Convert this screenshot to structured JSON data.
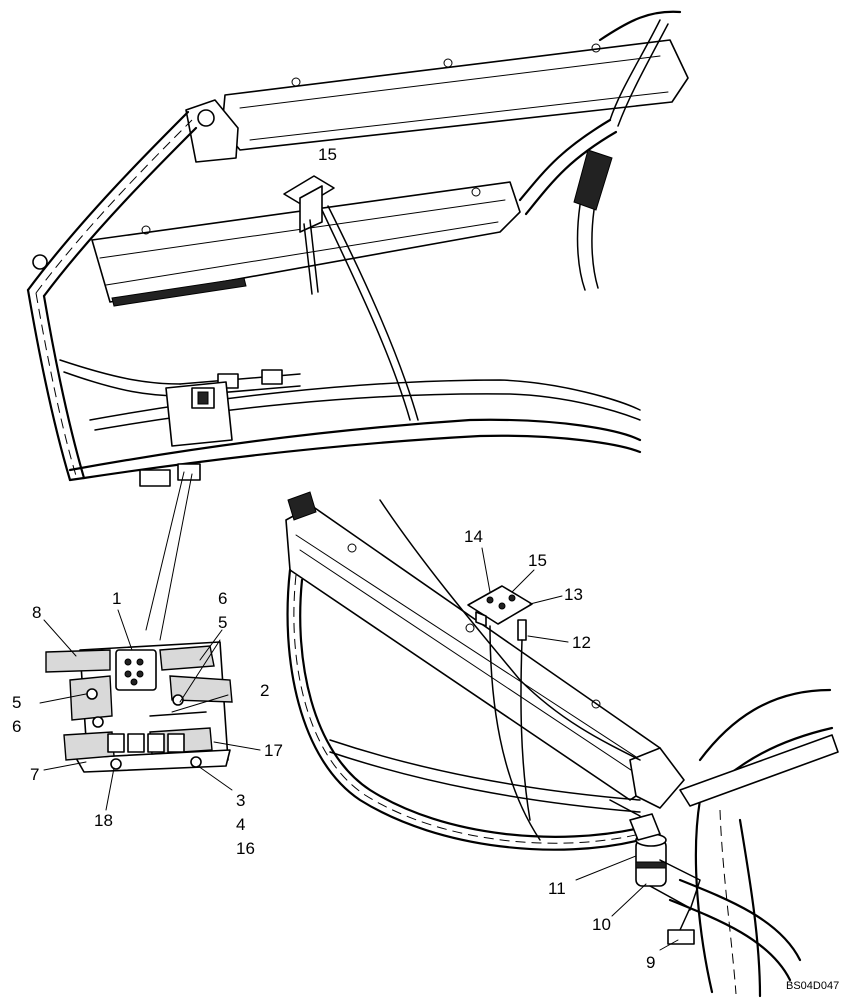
{
  "figure_code": "BS04D047",
  "callouts": {
    "top_15": "15",
    "detail_1": "1",
    "detail_2": "2",
    "detail_3": "3",
    "detail_4": "4",
    "detail_5a": "5",
    "detail_5b": "5",
    "detail_6a": "6",
    "detail_6b": "6",
    "detail_7": "7",
    "detail_8": "8",
    "detail_16": "16",
    "detail_17": "17",
    "detail_18": "18",
    "right_9": "9",
    "right_10": "10",
    "right_11": "11",
    "right_12": "12",
    "right_13": "13",
    "right_14": "14",
    "right_15": "15"
  }
}
